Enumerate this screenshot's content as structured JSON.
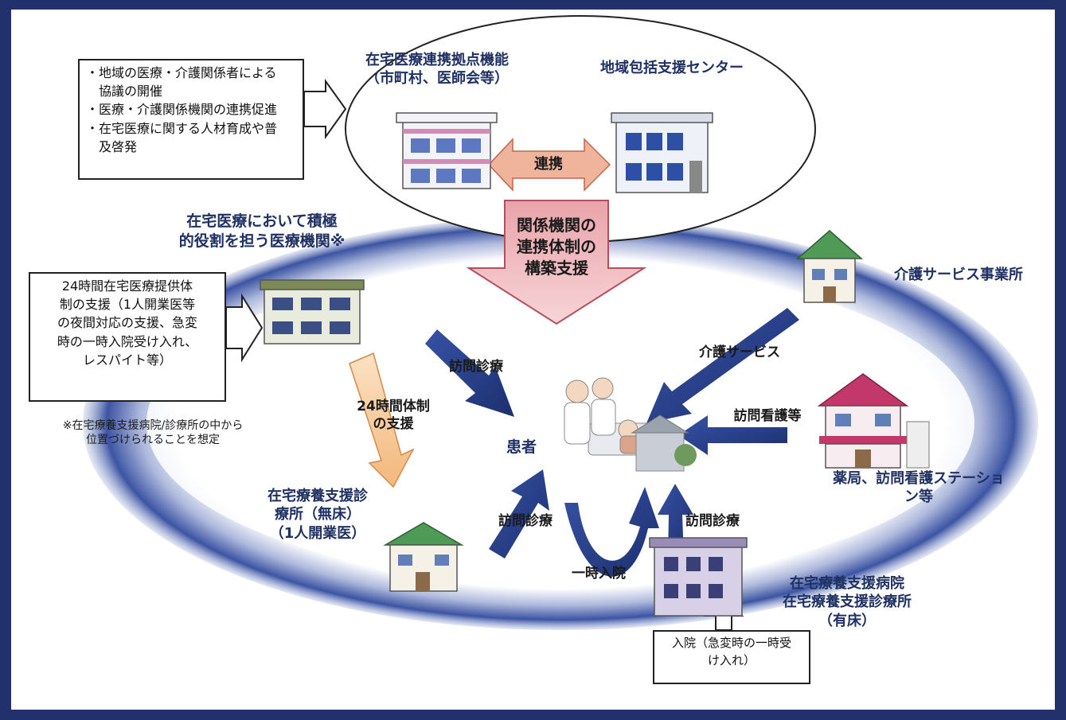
{
  "top_box": {
    "lines": [
      "・地域の医療・介護関係者による",
      "　協議の開催",
      "・医療・介護関係機関の連携促進",
      "・在宅医療に関する人材育成や普",
      "　及啓発"
    ]
  },
  "hub": {
    "title_line1": "在宅医療連携拠点機能",
    "title_line2": "（市町村、医師会等）",
    "partner": "地域包括支援センター",
    "link_label": "連携"
  },
  "support_arrow": {
    "lines": [
      "関係機関の",
      "連携体制の",
      "構築支援"
    ]
  },
  "active_institution": {
    "line1": "在宅医療において積極",
    "line2": "的役割を担う医療機関※"
  },
  "support_box": {
    "lines": [
      "24時間在宅医療提供体",
      "制の支援（1人開業医等",
      "の夜間対応の支援、急変",
      "時の一時入院受け入れ、",
      "レスパイト等）"
    ]
  },
  "footnote": {
    "line1": "※在宅療養支援病院/診療所の中から",
    "line2": "位置づけられることを想定"
  },
  "flows": {
    "visit_top": "訪問診療",
    "system24_line1": "24時間体制",
    "system24_line2": "の支援",
    "visit_bottom": "訪問診療",
    "visit_right": "訪問診療",
    "temp_admit": "一時入院",
    "care_service": "介護サービス",
    "nursing": "訪問看護等"
  },
  "patient": {
    "label": "患者"
  },
  "care_office": {
    "label": "介護サービス事業所"
  },
  "pharmacy": {
    "line1": "薬局、訪問看護ステーショ",
    "line2": "ン等"
  },
  "clinic_nobed": {
    "line1": "在宅療養支援診",
    "line2": "療所（無床）",
    "line3": "（1人開業医）"
  },
  "hospital": {
    "line1": "在宅療養支援病院",
    "line2": "在宅療養支援診療所",
    "line3": "（有床）"
  },
  "admit_box": {
    "line1": "入院（急変時の一時受",
    "line2": "け入れ）"
  },
  "colors": {
    "frame": "#22306b",
    "label_text": "#1f3163",
    "ring": "#3c54a3",
    "flow_arrow": "#233b84",
    "support_arrow_fill": "#e6a4aa",
    "support_arrow_stroke": "#b4505a",
    "link_arrow_fill": "#f0b49c",
    "system24_arrow_fill": "#f4c79a"
  },
  "icons": [
    "office-building-icon",
    "house-icon",
    "hospital-building-icon",
    "patient-care-icon"
  ]
}
